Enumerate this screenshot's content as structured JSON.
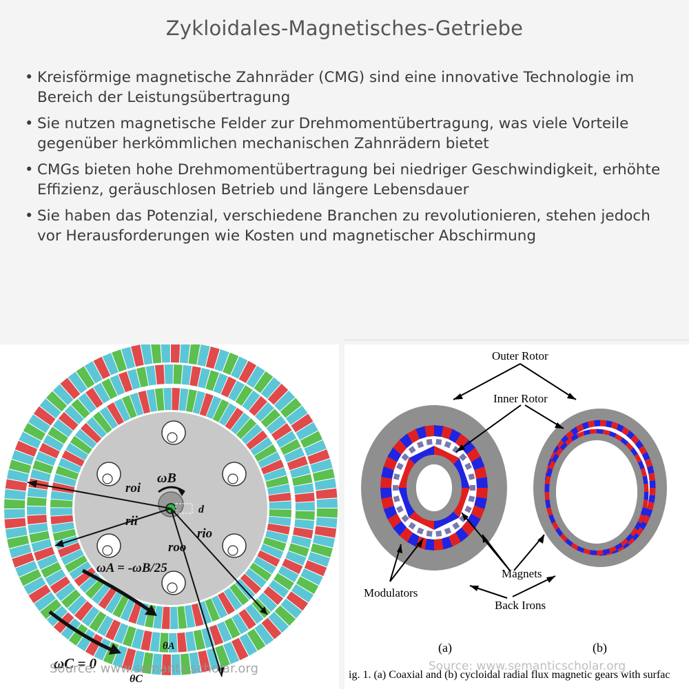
{
  "page": {
    "title": "Zykloidales-Magnetisches-Getriebe",
    "bullets": [
      "Kreisförmige magnetische Zahnräder (CMG) sind eine innovative Technologie im Bereich der Leistungsübertragung",
      "Sie nutzen magnetische Felder zur Drehmomentübertragung, was viele Vorteile gegenüber herkömmlichen mechanischen Zahnrädern bietet",
      "CMGs bieten hohe Drehmomentübertragung bei niedriger Geschwindigkeit, erhöhte Effizienz, geräuschlosen Betrieb und längere Lebensdauer",
      "Sie haben das Potenzial, verschiedene Branchen zu revolutionieren, stehen jedoch vor Herausforderungen wie Kosten und magnetischer Abschirmung"
    ],
    "bullet_symbol": "•"
  },
  "left_figure": {
    "labels": {
      "omega_b": "ωB",
      "r_oi": "roi",
      "r_ii": "rii",
      "r_io": "rio",
      "r_oo": "roo",
      "d": "d",
      "omega_a": "ωA = -ωB/25",
      "omega_c": "ωC = 0",
      "theta_a": "θA",
      "theta_c": "θC"
    },
    "source": "Source: www.semanticscholar.org",
    "colors": {
      "green": "#5cbf4f",
      "red": "#e04a4a",
      "cyan": "#5cc6d6",
      "disk": "#c8c8c8"
    }
  },
  "right_figure": {
    "labels": {
      "outer_rotor": "Outer Rotor",
      "inner_rotor": "Inner Rotor",
      "magnets": "Magnets",
      "modulators": "Modulators",
      "back_irons": "Back Irons",
      "a": "(a)",
      "b": "(b)",
      "caption": "ig. 1.  (a) Coaxial and (b) cycloidal radial flux magnetic gears with surfac"
    },
    "source": "Source: www.semanticscholar.org",
    "colors": {
      "iron": "#8f8f8f",
      "red": "#e02020",
      "blue": "#1f24e0",
      "modulator": "#7878b0"
    }
  }
}
